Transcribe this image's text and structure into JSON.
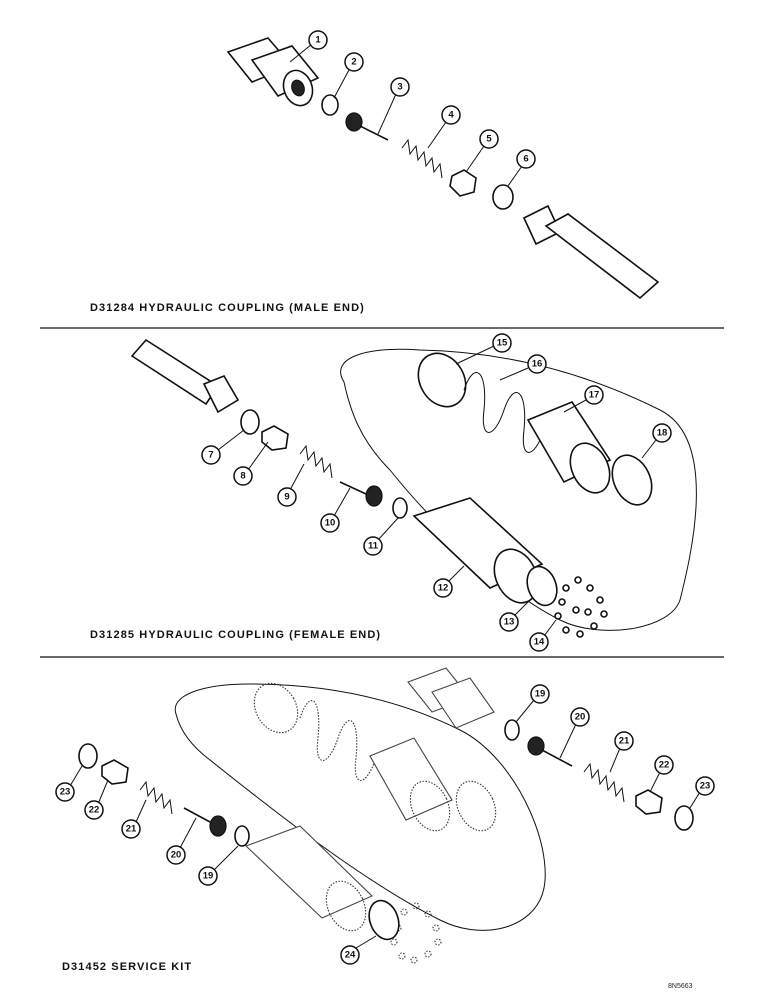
{
  "captions": {
    "male_end": "D31284 HYDRAULIC COUPLING (MALE END)",
    "female_end": "D31285 HYDRAULIC COUPLING (FEMALE END)",
    "service_kit": "D31452 SERVICE KIT",
    "figure_code": "8N5663"
  },
  "callouts": {
    "c1": "1",
    "c2": "2",
    "c3": "3",
    "c4": "4",
    "c5": "5",
    "c6": "6",
    "c7": "7",
    "c8": "8",
    "c9": "9",
    "c10": "10",
    "c11": "11",
    "c12": "12",
    "c13": "13",
    "c14": "14",
    "c15": "15",
    "c16": "16",
    "c17": "17",
    "c18": "18",
    "k19a": "19",
    "k20a": "20",
    "k21a": "21",
    "k22a": "22",
    "k23a": "23",
    "k23b": "23",
    "k22b": "22",
    "k21b": "21",
    "k20b": "20",
    "k19b": "19",
    "k24": "24"
  }
}
